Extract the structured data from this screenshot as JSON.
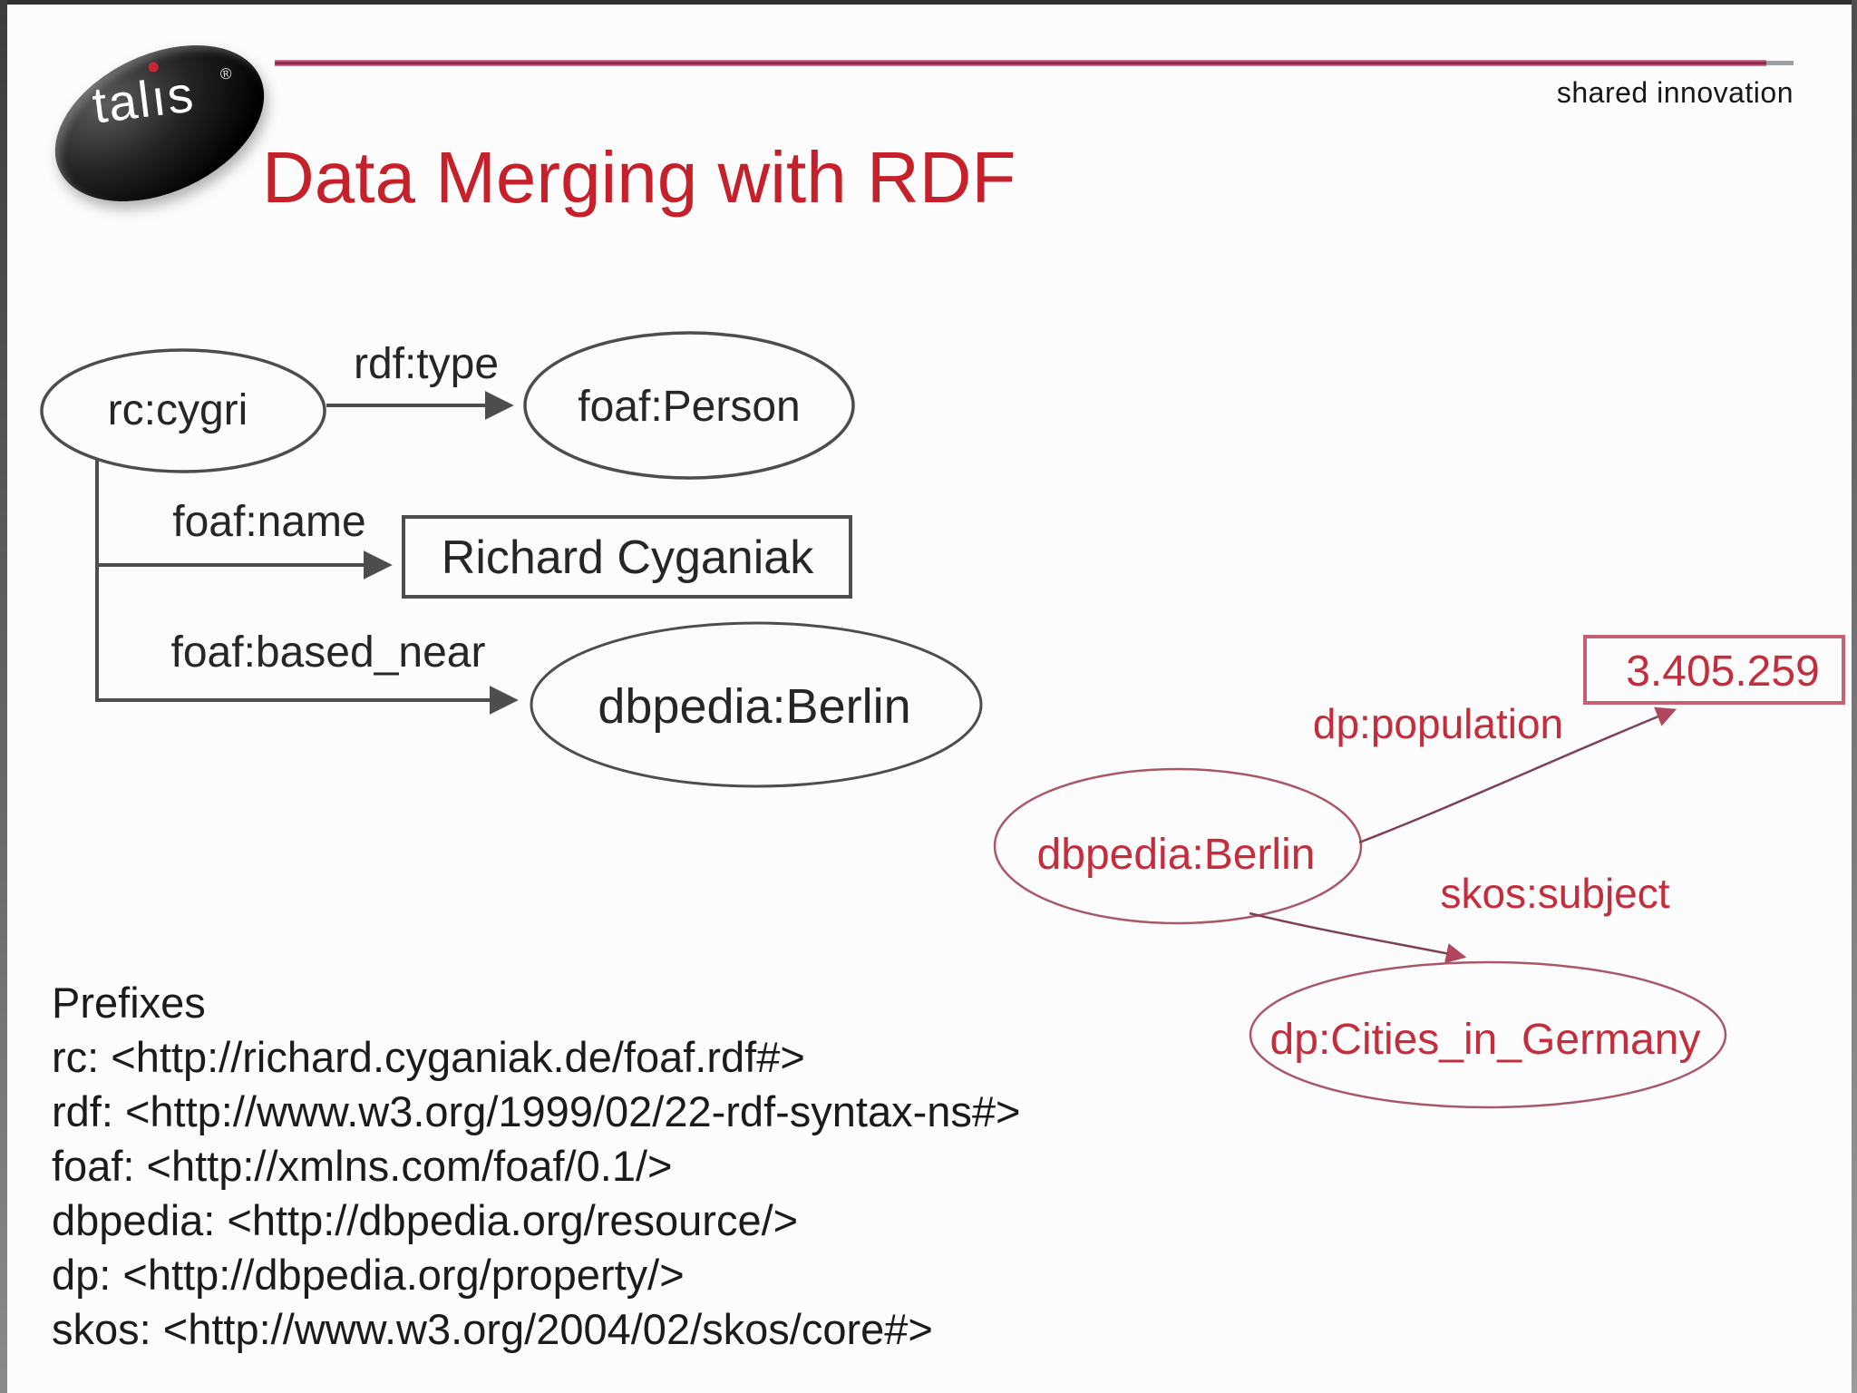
{
  "header": {
    "logo_brand": "talis",
    "logo_parts": {
      "pre": "tal",
      "i": "ı",
      "post": "s"
    },
    "logo_registered": "®",
    "tagline": "shared innovation",
    "title": "Data Merging with RDF"
  },
  "colors": {
    "title_red": "#c6202a",
    "header_rule_maroon": "#8e2644",
    "black_graph_stroke": "#4d4d4d",
    "red_graph_stroke": "#a85868",
    "red_graph_text": "#c42d3c",
    "logo_dot_red": "#c82636"
  },
  "graph_black": {
    "nodes": [
      {
        "id": "rc-cygri",
        "label": "rc:cygri",
        "shape": "ellipse"
      },
      {
        "id": "foaf-person",
        "label": "foaf:Person",
        "shape": "ellipse"
      },
      {
        "id": "richard-cyganiak",
        "label": "Richard Cyganiak",
        "shape": "rect"
      },
      {
        "id": "dbpedia-berlin",
        "label": "dbpedia:Berlin",
        "shape": "ellipse"
      }
    ],
    "edges": [
      {
        "label": "rdf:type",
        "from": "rc-cygri",
        "to": "foaf-person"
      },
      {
        "label": "foaf:name",
        "from": "rc-cygri",
        "to": "richard-cyganiak"
      },
      {
        "label": "foaf:based_near",
        "from": "rc-cygri",
        "to": "dbpedia-berlin"
      }
    ]
  },
  "graph_red": {
    "nodes": [
      {
        "id": "dbpedia-berlin-red",
        "label": "dbpedia:Berlin",
        "shape": "ellipse"
      },
      {
        "id": "population-value",
        "label": "3.405.259",
        "shape": "rect"
      },
      {
        "id": "cities-in-germany",
        "label": "dp:Cities_in_Germany",
        "shape": "ellipse"
      }
    ],
    "edges": [
      {
        "label": "dp:population",
        "from": "dbpedia-berlin-red",
        "to": "population-value"
      },
      {
        "label": "skos:subject",
        "from": "dbpedia-berlin-red",
        "to": "cities-in-germany"
      }
    ]
  },
  "prefixes": {
    "title": "Prefixes",
    "lines": [
      "rc: <http://richard.cyganiak.de/foaf.rdf#>",
      "rdf: <http://www.w3.org/1999/02/22-rdf-syntax-ns#>",
      "foaf: <http://xmlns.com/foaf/0.1/>",
      "dbpedia: <http://dbpedia.org/resource/>",
      "dp: <http://dbpedia.org/property/>",
      "skos: <http://www.w3.org/2004/02/skos/core#>"
    ]
  }
}
